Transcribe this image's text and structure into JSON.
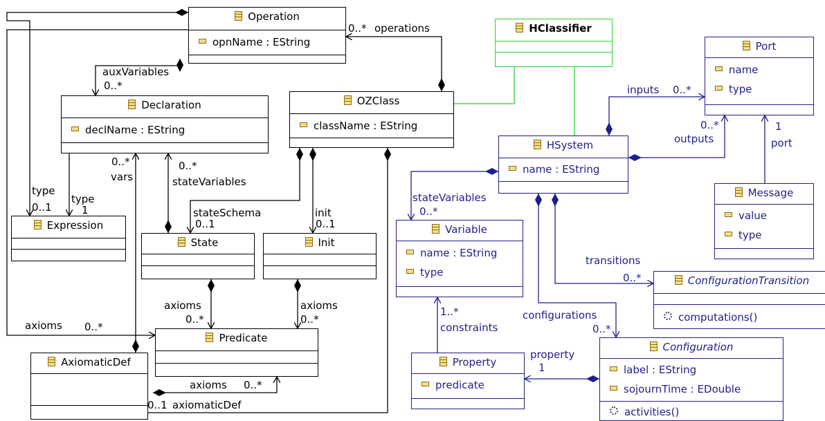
{
  "classes": {
    "operation": {
      "name": "Operation",
      "attrs": [
        "opnName : EString"
      ]
    },
    "hclassifier": {
      "name": "HClassifier"
    },
    "port": {
      "name": "Port",
      "attrs": [
        "name",
        "type"
      ]
    },
    "declaration": {
      "name": "Declaration",
      "attrs": [
        "declName : EString"
      ]
    },
    "ozclass": {
      "name": "OZClass",
      "attrs": [
        "className : EString"
      ]
    },
    "hsystem": {
      "name": "HSystem",
      "attrs": [
        "name : EString"
      ]
    },
    "message": {
      "name": "Message",
      "attrs": [
        "value",
        "type"
      ]
    },
    "expression": {
      "name": "Expression"
    },
    "state": {
      "name": "State"
    },
    "init": {
      "name": "Init"
    },
    "variable": {
      "name": "Variable",
      "attrs": [
        "name : EString",
        "type"
      ]
    },
    "configurationtransition": {
      "name": "ConfigurationTransition",
      "ops": [
        "computations()"
      ]
    },
    "predicate": {
      "name": "Predicate"
    },
    "property": {
      "name": "Property",
      "attrs": [
        "predicate"
      ]
    },
    "configuration": {
      "name": "Configuration",
      "attrs": [
        "label : EString",
        "sojournTime : EDouble"
      ],
      "ops": [
        "activities()"
      ]
    },
    "axiomaticdef": {
      "name": "AxiomaticDef"
    }
  },
  "edge_labels": {
    "operations_mult": "0..*",
    "operations": "operations",
    "auxVariables": "auxVariables",
    "auxVariables_mult": "0..*",
    "inputs": "inputs",
    "inputs_mult": "0..*",
    "outputs_mult": "0..*",
    "outputs": "outputs",
    "port_mult": "1",
    "port": "port",
    "vars_mult": "0..*",
    "vars": "vars",
    "decl_stateVars_mult": "0..*",
    "decl_stateVars": "stateVariables",
    "type1": "type",
    "type1_mult": "0..1",
    "type2": "type",
    "type2_mult": "1",
    "stateSchema": "stateSchema",
    "stateSchema_mult": "0..1",
    "init": "init",
    "init_mult": "0..1",
    "hs_stateVars": "stateVariables",
    "hs_stateVars_mult": "0..*",
    "transitions": "transitions",
    "transitions_mult": "0..*",
    "state_axioms": "axioms",
    "state_axioms_mult": "0..*",
    "init_axioms": "axioms",
    "init_axioms_mult": "0..*",
    "op_axioms": "axioms",
    "op_axioms_mult": "0..*",
    "constraints_mult": "1..*",
    "constraints": "constraints",
    "configurations": "configurations",
    "configurations_mult": "0..*",
    "property": "property",
    "property_mult": "1",
    "ax_axioms": "axioms",
    "ax_axioms_mult": "0..*",
    "axiomaticDef_mult": "0..1",
    "axiomaticDef": "axiomaticDef"
  },
  "colors": {
    "ecore_black": "#000000",
    "hybrid_blue": "#1f1f8a",
    "hclassifier_green": "#2bd42b",
    "class_icon": "#f4dd8a"
  }
}
